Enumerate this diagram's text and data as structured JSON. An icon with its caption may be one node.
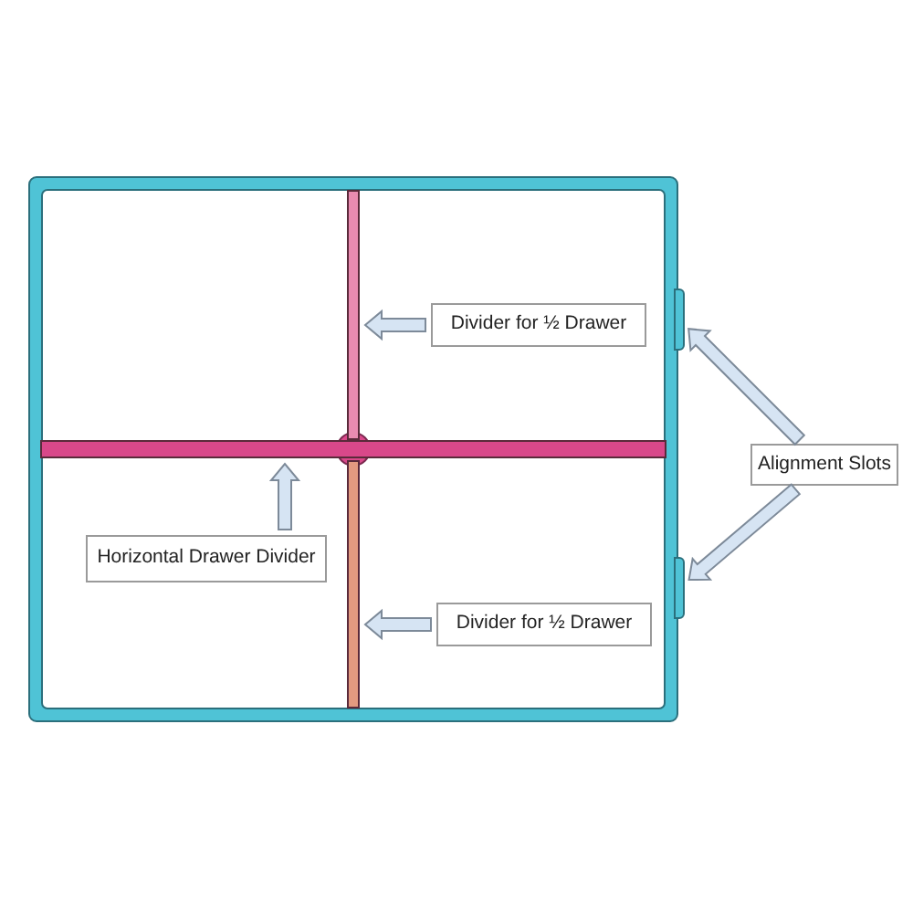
{
  "diagram": {
    "nodes": [
      {
        "text": [
          "Divider for ½  Drawer"
        ]
      },
      {
        "text": [],
        "shape": "bar"
      },
      {
        "text": [
          "Alignment Slots"
        ]
      },
      {
        "text": [],
        "shape": "box"
      },
      {
        "text": [],
        "shape": "box"
      },
      {
        "text": [
          "Horizontal Drawer Divider"
        ]
      },
      {
        "text": [],
        "shape": "bar"
      },
      {
        "text": [
          "Divider for ½  Drawer"
        ]
      },
      {
        "text": [],
        "shape": "bar"
      }
    ],
    "edges": [
      {
        "from": 0,
        "to": 1,
        "arrow": "to"
      },
      {
        "from": 2,
        "to": 3,
        "arrow": "to"
      },
      {
        "from": 2,
        "to": 4,
        "arrow": "to"
      },
      {
        "from": 5,
        "to": 6,
        "arrow": "to"
      },
      {
        "from": 7,
        "to": 8,
        "arrow": "to"
      }
    ]
  }
}
